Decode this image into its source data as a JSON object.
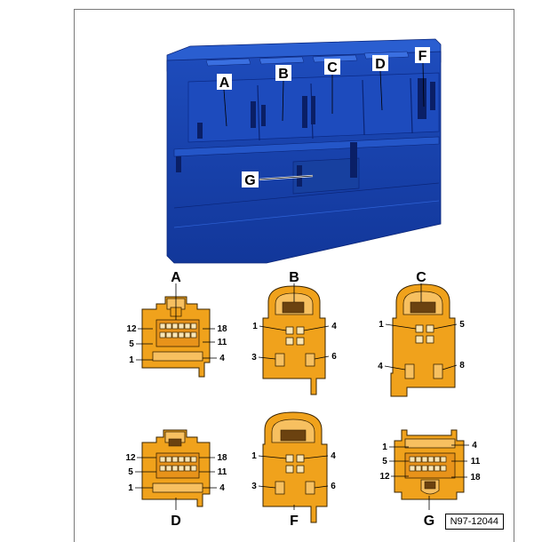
{
  "figure_ref": "N97-12044",
  "housing_labels": [
    "A",
    "B",
    "C",
    "D",
    "F",
    "G"
  ],
  "connectors": {
    "A": {
      "letter": "A",
      "pins": [
        "12",
        "18",
        "5",
        "11",
        "1",
        "4"
      ]
    },
    "B": {
      "letter": "B",
      "pins": [
        "1",
        "4",
        "3",
        "6"
      ]
    },
    "C": {
      "letter": "C",
      "pins": [
        "1",
        "5",
        "4",
        "8"
      ]
    },
    "D": {
      "letter": "D",
      "pins": [
        "12",
        "18",
        "5",
        "11",
        "1",
        "4"
      ]
    },
    "F": {
      "letter": "F",
      "pins": [
        "1",
        "4",
        "3",
        "6"
      ]
    },
    "G": {
      "letter": "G",
      "pins": [
        "1",
        "4",
        "5",
        "11",
        "12",
        "18"
      ]
    }
  },
  "colors": {
    "housing_blue": "#1f4fbf",
    "housing_dark": "#0f2f8a",
    "connector_orange": "#f0a21c",
    "connector_dark": "#b8700a"
  }
}
